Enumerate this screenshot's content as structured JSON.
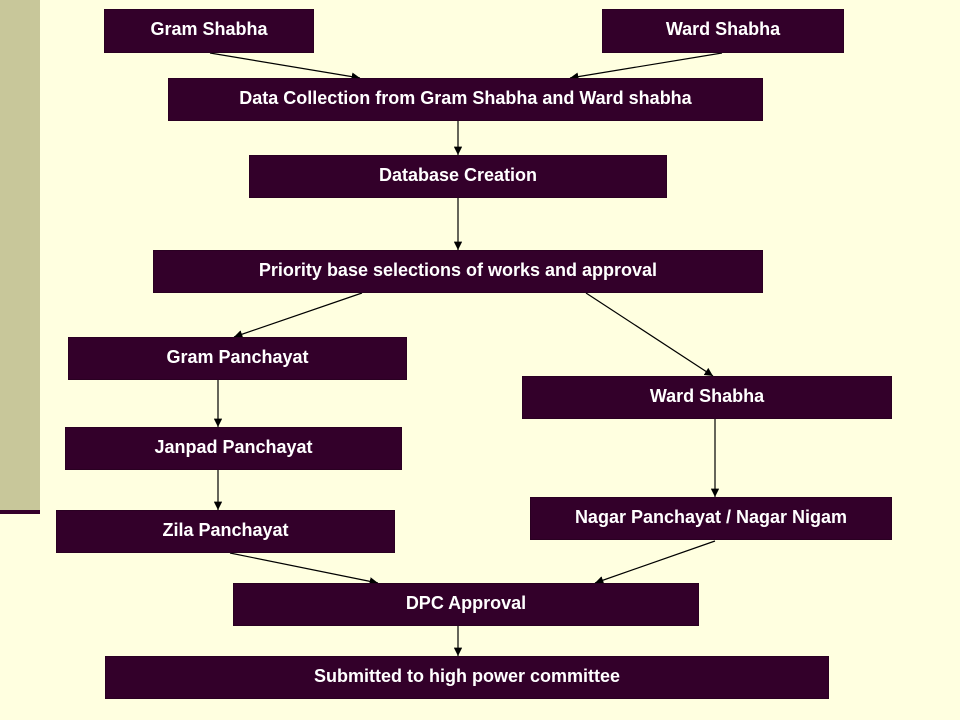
{
  "colors": {
    "background": "#FFFFE0",
    "side_strip": "#C8C79A",
    "box_fill": "#33002A",
    "box_text": "#FFFFFF",
    "connector": "#000000"
  },
  "nodes": {
    "gram_shabha": "Gram Shabha",
    "ward_shabha_top": "Ward Shabha",
    "data_collection": "Data Collection from Gram Shabha and Ward shabha",
    "database_creation": "Database Creation",
    "priority_selection": "Priority base selections of works and approval",
    "gram_panchayat": "Gram Panchayat",
    "ward_shabha_mid": "Ward Shabha",
    "janpad_panchayat": "Janpad Panchayat",
    "nagar_panchayat": "Nagar Panchayat / Nagar Nigam",
    "zila_panchayat": "Zila Panchayat",
    "dpc_approval": "DPC Approval",
    "submitted": "Submitted to high power committee"
  },
  "edges": [
    [
      "gram_shabha",
      "data_collection"
    ],
    [
      "ward_shabha_top",
      "data_collection"
    ],
    [
      "data_collection",
      "database_creation"
    ],
    [
      "database_creation",
      "priority_selection"
    ],
    [
      "priority_selection",
      "gram_panchayat"
    ],
    [
      "priority_selection",
      "ward_shabha_mid"
    ],
    [
      "gram_panchayat",
      "janpad_panchayat"
    ],
    [
      "janpad_panchayat",
      "zila_panchayat"
    ],
    [
      "ward_shabha_mid",
      "nagar_panchayat"
    ],
    [
      "zila_panchayat",
      "dpc_approval"
    ],
    [
      "nagar_panchayat",
      "dpc_approval"
    ],
    [
      "dpc_approval",
      "submitted"
    ]
  ]
}
